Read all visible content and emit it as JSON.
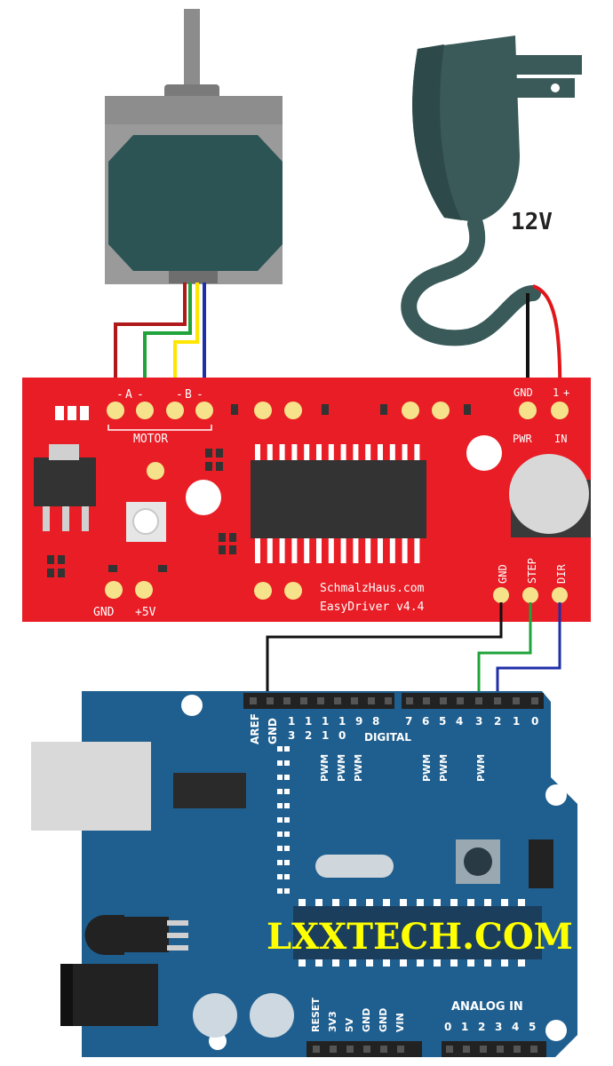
{
  "power": {
    "voltage": "12V"
  },
  "easydriver": {
    "motor_pin_a": "A",
    "motor_pin_b": "B",
    "motor_label": "MOTOR",
    "pwr_gnd": "GND",
    "pwr_plus": "+",
    "pwr_one": "1",
    "pwr_label_left": "PWR",
    "pwr_label_right": "IN",
    "ctrl_gnd": "GND",
    "ctrl_step": "STEP",
    "ctrl_dir": "DIR",
    "bottom_gnd": "GND",
    "bottom_5v": "+5V",
    "brand": "SchmalzHaus.com",
    "model": "EasyDriver v4.4"
  },
  "arduino": {
    "aref": "AREF",
    "gnd": "GND",
    "pin_13a": "1",
    "pin_13b": "3",
    "pin_12a": "1",
    "pin_12b": "2",
    "pin_11a": "1",
    "pin_11b": "1",
    "pin_10a": "1",
    "pin_10b": "0",
    "pin_9": "9",
    "pin_8": "8",
    "pin_7": "7",
    "pin_6": "6",
    "pin_5": "5",
    "pin_4": "4",
    "pin_3": "3",
    "pin_2": "2",
    "pin_1": "1",
    "pin_0": "0",
    "digital_label": "DIGITAL",
    "pwm_label": "PWM",
    "reset": "RESET",
    "v33": "3V3",
    "v5": "5V",
    "gnd1": "GND",
    "gnd2": "GND",
    "vin": "VIN",
    "analog_label": "ANALOG IN",
    "a0": "0",
    "a1": "1",
    "a2": "2",
    "a3": "3",
    "a4": "4",
    "a5": "5"
  },
  "watermark": {
    "text": "LXXTECH.COM"
  },
  "colors": {
    "easydriver": "#e81d25",
    "arduino": "#1f5f8f",
    "motor_body": "#9a9a9a",
    "motor_face": "#2d5455",
    "adapter": "#3a5a5a",
    "wire_red": "#b0191c",
    "wire_green": "#1fa33a",
    "wire_yellow": "#ffe600",
    "wire_blue": "#1f2fa8",
    "watermark": "#ffff00"
  }
}
